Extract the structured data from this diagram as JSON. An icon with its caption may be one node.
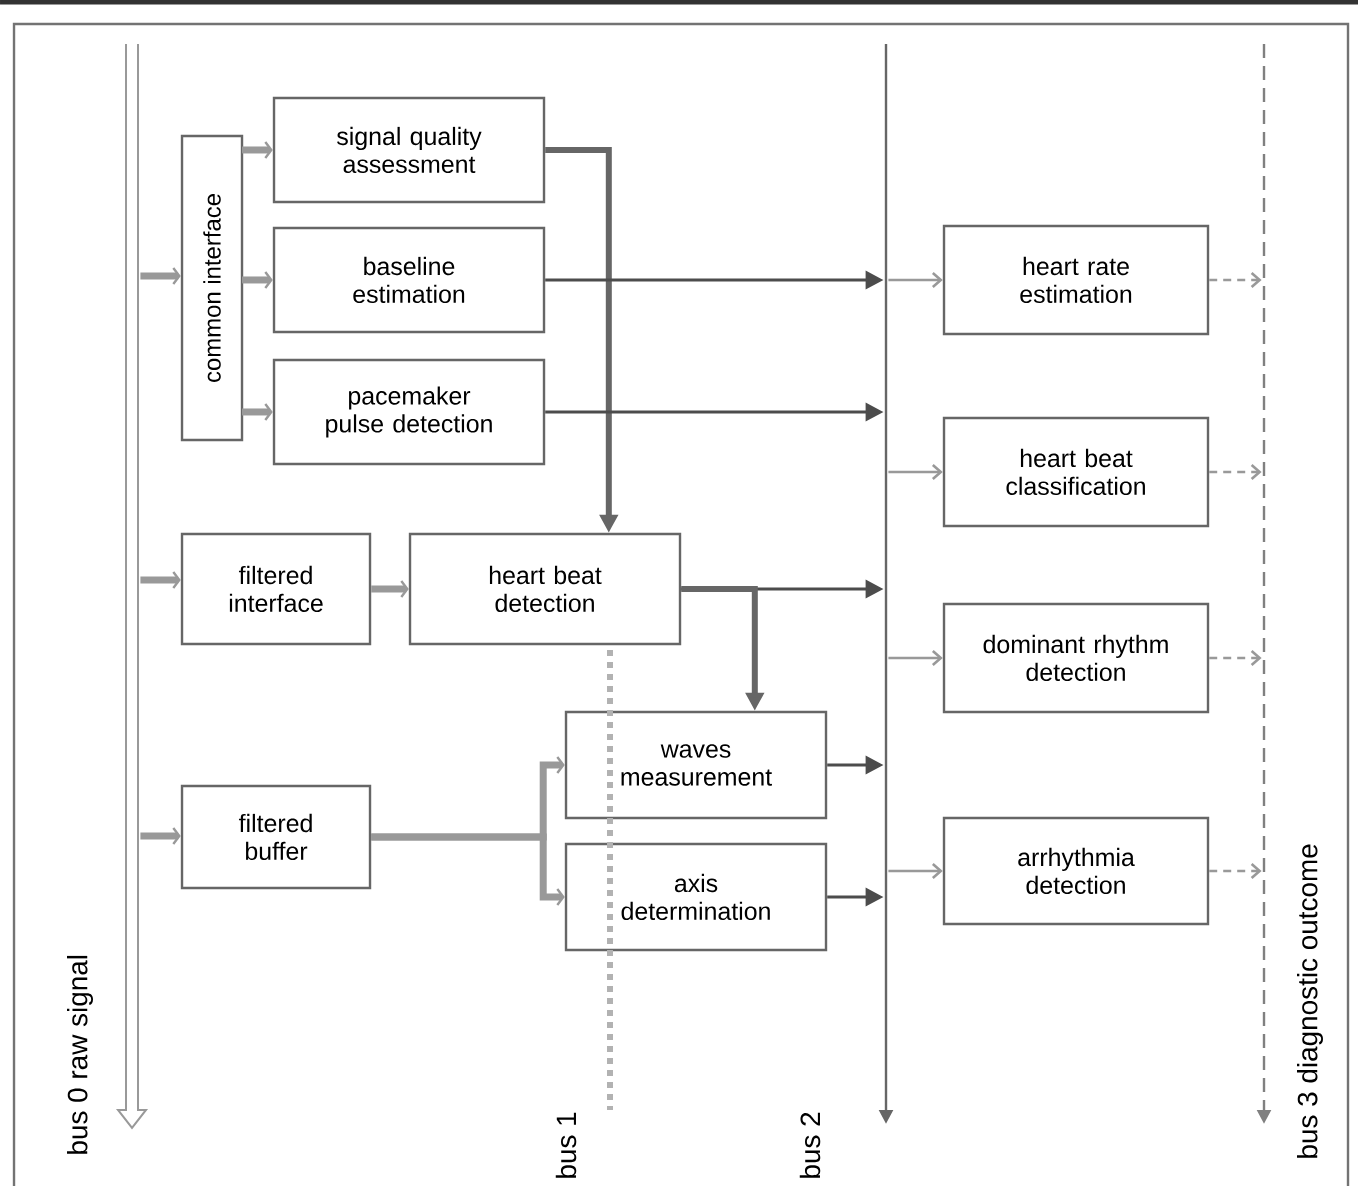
{
  "diagram": {
    "nodes": [
      {
        "text": [],
        "shape": "bar",
        "beside": [
          "bus 0 raw signal"
        ]
      },
      {
        "text": [
          "common interface"
        ]
      },
      {
        "text": [
          "signal quality assessment"
        ]
      },
      {
        "text": [
          "baseline estimation"
        ]
      },
      {
        "text": [
          "pacemaker pulse detection"
        ]
      },
      {
        "text": [
          "filtered interface"
        ]
      },
      {
        "text": [
          "heart beat detection"
        ]
      },
      {
        "text": [
          "filtered buffer"
        ]
      },
      {
        "text": [
          "waves measurement"
        ]
      },
      {
        "text": [
          "axis determination"
        ]
      },
      {
        "text": [],
        "shape": "bar",
        "beside": [
          "bus 1"
        ]
      },
      {
        "text": [],
        "shape": "bar",
        "beside": [
          "bus 2"
        ]
      },
      {
        "text": [
          "heart rate estimation"
        ]
      },
      {
        "text": [
          "heart beat classification"
        ]
      },
      {
        "text": [
          "dominant rhythm detection"
        ]
      },
      {
        "text": [
          "arrhythmia detection"
        ]
      },
      {
        "text": [],
        "shape": "bar",
        "beside": [
          "bus 3 diagnostic outcome"
        ]
      }
    ],
    "edges": [
      {
        "from": 0,
        "to": 1,
        "arrow": "to",
        "style": "thick",
        "color": "#999999"
      },
      {
        "from": 1,
        "to": 2,
        "arrow": "to",
        "style": "thick",
        "color": "#999999"
      },
      {
        "from": 1,
        "to": 3,
        "arrow": "to",
        "style": "thick",
        "color": "#999999"
      },
      {
        "from": 1,
        "to": 4,
        "arrow": "to",
        "style": "thick",
        "color": "#999999"
      },
      {
        "from": 0,
        "to": 5,
        "arrow": "to",
        "style": "thick",
        "color": "#999999"
      },
      {
        "from": 5,
        "to": 6,
        "arrow": "to",
        "style": "thick",
        "color": "#999999"
      },
      {
        "from": 0,
        "to": 7,
        "arrow": "to",
        "style": "thick",
        "color": "#999999"
      },
      {
        "from": 7,
        "to": 8,
        "arrow": "to",
        "style": "thick",
        "color": "#999999"
      },
      {
        "from": 7,
        "to": 9,
        "arrow": "to",
        "style": "thick",
        "color": "#999999"
      },
      {
        "from": 2,
        "to": 6,
        "arrow": "to",
        "style": "thick",
        "color": "#666666"
      },
      {
        "from": 3,
        "to": 11,
        "arrow": "to",
        "color": "#4c4c4c"
      },
      {
        "from": 4,
        "to": 11,
        "arrow": "to",
        "color": "#4c4c4c"
      },
      {
        "from": 6,
        "to": 11,
        "arrow": "to",
        "color": "#4c4c4c"
      },
      {
        "from": 6,
        "to": 8,
        "arrow": "to",
        "style": "thick",
        "color": "#666666"
      },
      {
        "from": 8,
        "to": 11,
        "arrow": "to",
        "color": "#4c4c4c"
      },
      {
        "from": 9,
        "to": 11,
        "arrow": "to",
        "color": "#4c4c4c"
      },
      {
        "from": 11,
        "to": 12,
        "arrow": "to",
        "color": "#999999"
      },
      {
        "from": 11,
        "to": 13,
        "arrow": "to",
        "color": "#999999"
      },
      {
        "from": 11,
        "to": 14,
        "arrow": "to",
        "color": "#999999"
      },
      {
        "from": 11,
        "to": 15,
        "arrow": "to",
        "color": "#999999"
      },
      {
        "from": 12,
        "to": 16,
        "arrow": "to",
        "style": "dashed",
        "color": "#999999"
      },
      {
        "from": 13,
        "to": 16,
        "arrow": "to",
        "style": "dashed",
        "color": "#999999"
      },
      {
        "from": 14,
        "to": 16,
        "arrow": "to",
        "style": "dashed",
        "color": "#999999"
      },
      {
        "from": 15,
        "to": 16,
        "arrow": "to",
        "style": "dashed",
        "color": "#999999"
      }
    ]
  }
}
